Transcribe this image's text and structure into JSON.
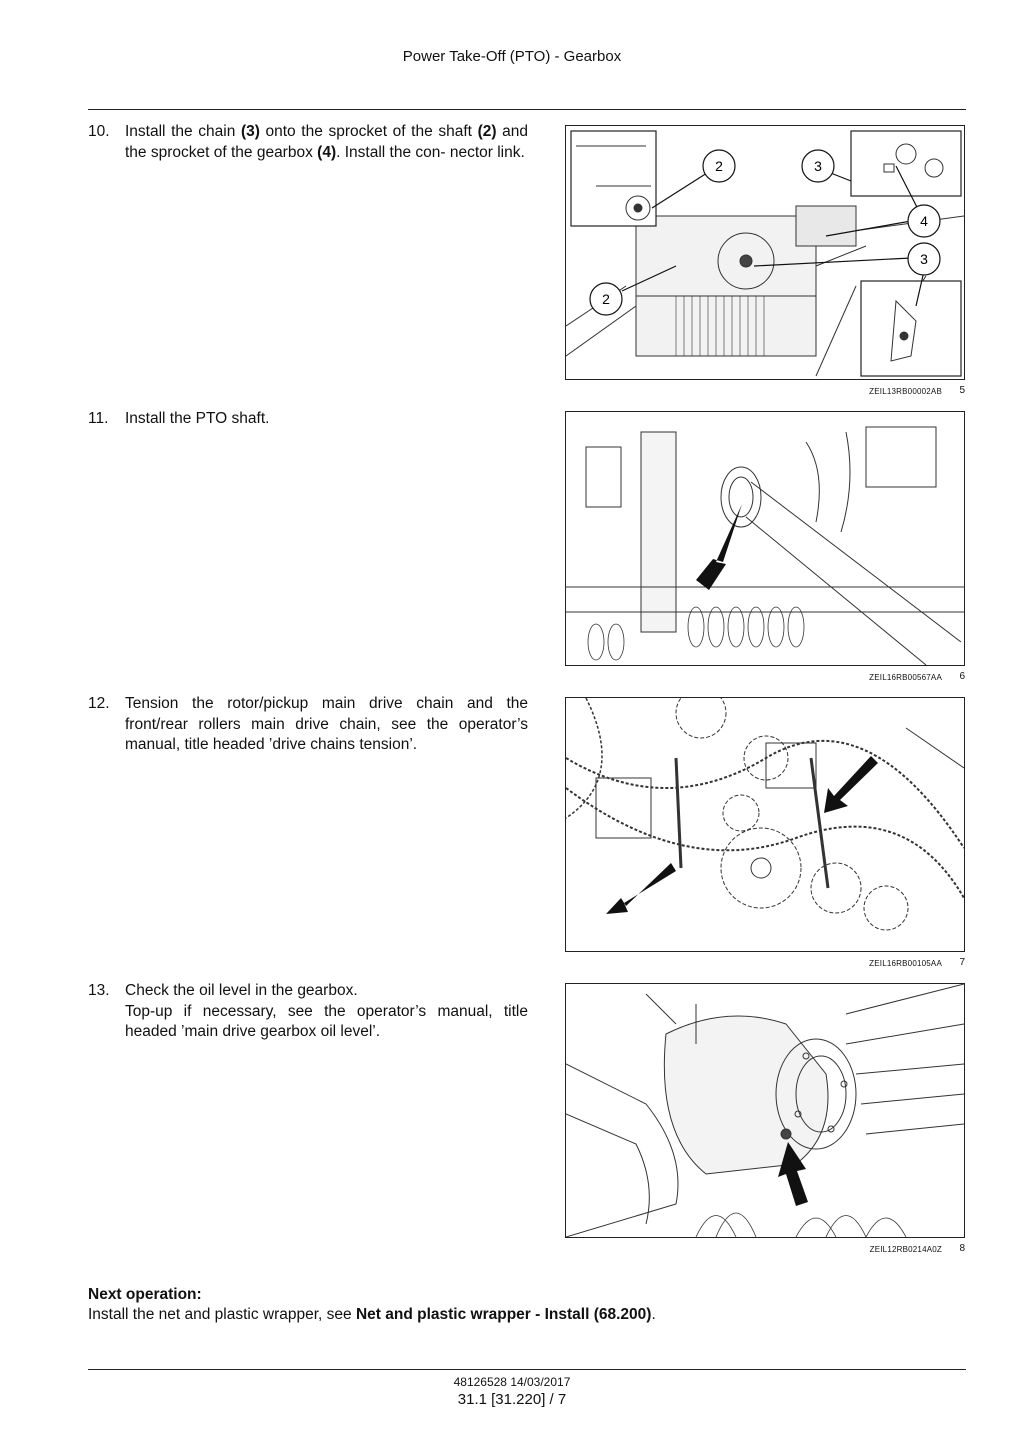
{
  "header": {
    "title": "Power Take-Off (PTO) - Gearbox"
  },
  "steps": [
    {
      "number": "10.",
      "parts": [
        {
          "t": "Install the chain "
        },
        {
          "b": "(3)"
        },
        {
          "t": " onto the sprocket of the shaft "
        },
        {
          "b": "(2)"
        },
        {
          "t": " and the sprocket of the gearbox "
        },
        {
          "b": "(4)"
        },
        {
          "t": ". Install the con- nector link."
        }
      ],
      "figure": {
        "code": "ZEIL13RB00002AB",
        "number": "5",
        "callouts": [
          "2",
          "3",
          "4",
          "3",
          "2"
        ]
      }
    },
    {
      "number": "11.",
      "parts": [
        {
          "t": "Install the PTO shaft."
        }
      ],
      "figure": {
        "code": "ZEIL16RB00567AA",
        "number": "6"
      }
    },
    {
      "number": "12.",
      "parts": [
        {
          "t": "Tension the rotor/pickup main drive chain and the front/rear rollers main drive chain, see the operator’s manual, title headed ’drive chains tension’."
        }
      ],
      "figure": {
        "code": "ZEIL16RB00105AA",
        "number": "7"
      }
    },
    {
      "number": "13.",
      "parts": [
        {
          "t": "Check the oil level in the gearbox."
        }
      ],
      "line2": "Top-up if necessary, see the operator’s manual, title headed ’main drive gearbox oil level’.",
      "figure": {
        "code": "ZEIL12RB0214A0Z",
        "number": "8"
      }
    }
  ],
  "next_operation": {
    "heading": "Next operation:",
    "text": "Install the net and plastic wrapper, see ",
    "link": "Net and plastic wrapper - Install (68.200)",
    "suffix": "."
  },
  "footer": {
    "doc": "48126528 14/03/2017",
    "page": "31.1 [31.220] / 7"
  }
}
